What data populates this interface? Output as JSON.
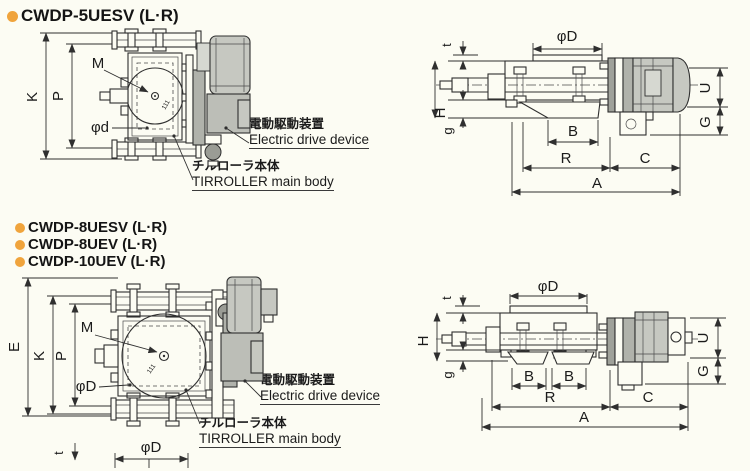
{
  "colors": {
    "background": "#fcfcf3",
    "line": "#2f2f2f",
    "accent_bullet": "#f0a43c",
    "metal_light": "#c6c8c1",
    "metal_mid": "#bcbeb7",
    "metal_dark": "#9fa19a"
  },
  "headers": {
    "top": [
      {
        "label": "CWDP-5UESV (L·R)"
      }
    ],
    "bottom": [
      {
        "label": "CWDP-8UESV (L·R)"
      },
      {
        "label": "CWDP-8UEV (L·R)"
      },
      {
        "label": "CWDP-10UEV (L·R)"
      }
    ]
  },
  "callouts": {
    "drive_jp": "電動駆動装置",
    "drive_en": "Electric drive device",
    "body_jp": "チルローラ本体",
    "body_en": "TIRROLLER main body"
  },
  "dims": {
    "front_top": {
      "K": "K",
      "P": "P",
      "M": "M",
      "d": "φd"
    },
    "side_top": {
      "D": "φD",
      "t": "t",
      "H": "H",
      "g": "g",
      "B": "B",
      "R": "R",
      "C": "C",
      "A": "A",
      "U": "U",
      "G": "G"
    },
    "front_bottom": {
      "E": "E",
      "K": "K",
      "P": "P",
      "M": "M",
      "D": "φD"
    },
    "side_bottom": {
      "D": "φD",
      "t": "t",
      "H": "H",
      "g": "g",
      "B1": "B",
      "B2": "B",
      "R": "R",
      "C": "C",
      "A": "A",
      "U": "U",
      "G": "G"
    },
    "partial": {
      "t": "t",
      "D": "φD"
    }
  },
  "stamp": "111"
}
